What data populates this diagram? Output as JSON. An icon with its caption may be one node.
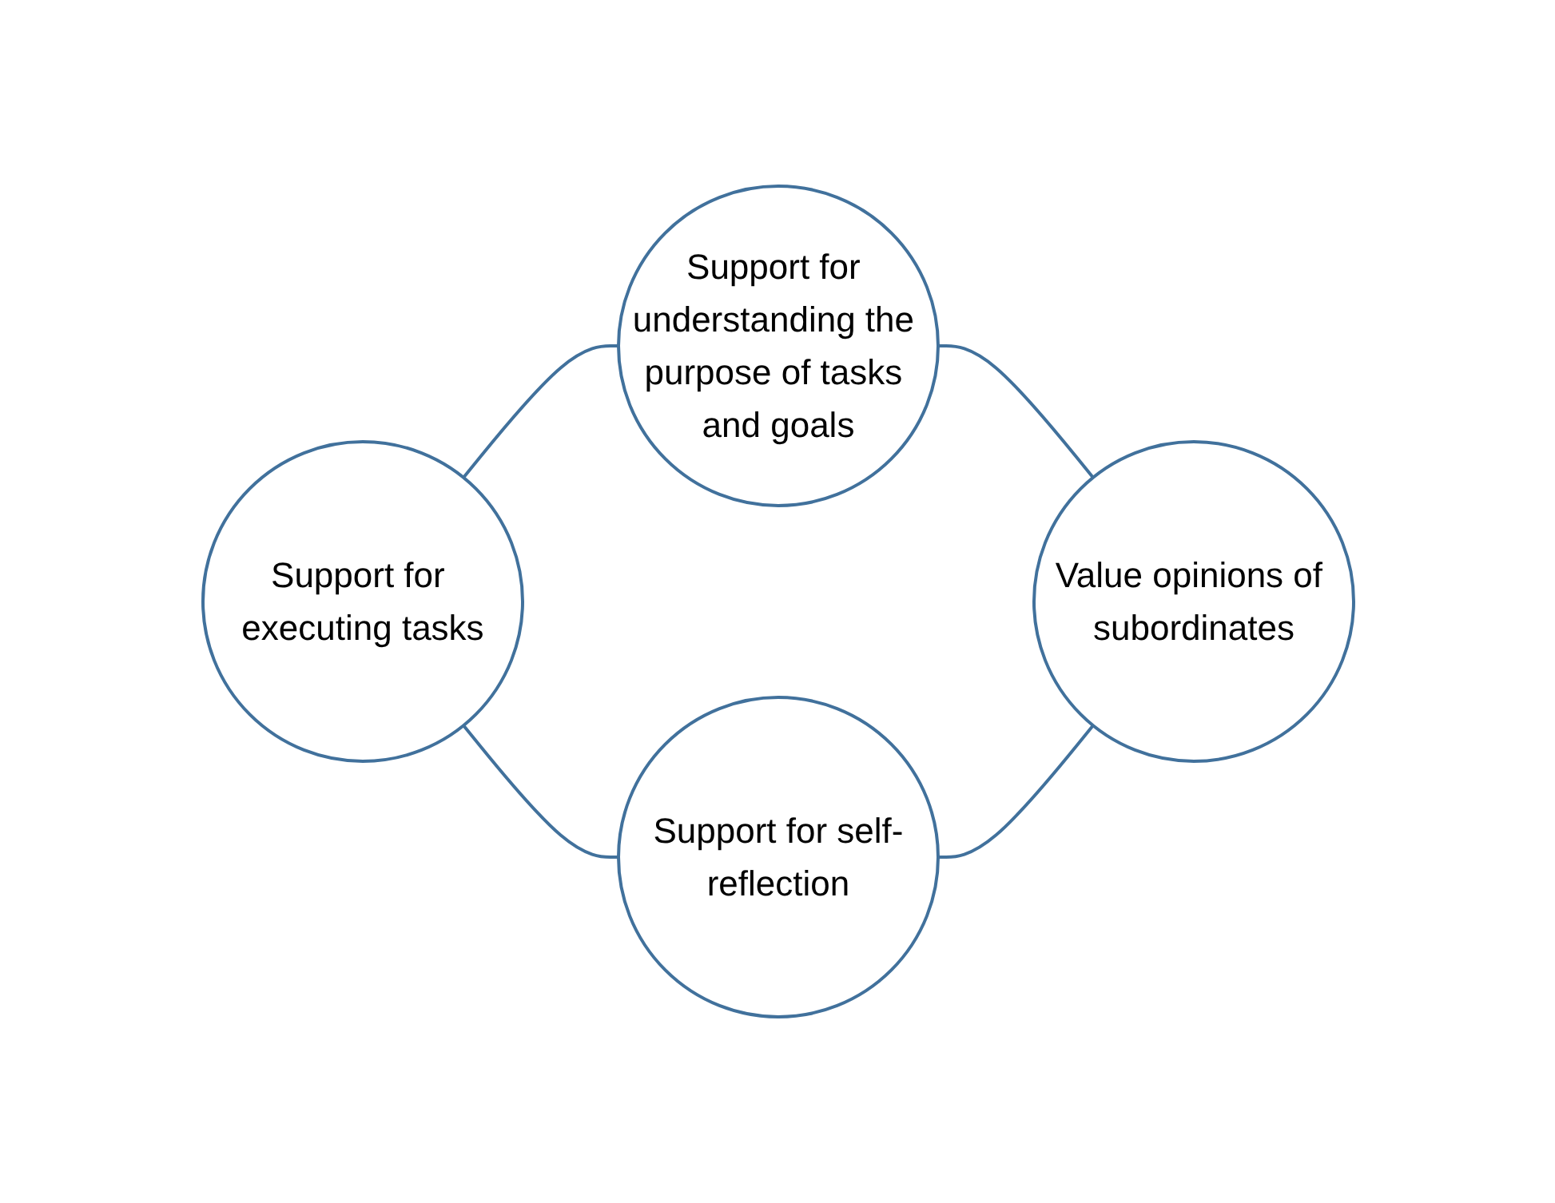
{
  "diagram": {
    "nodes": [
      {
        "text": [
          "Support for understanding the purpose of tasks and goals"
        ]
      },
      {
        "text": [
          "Support for executing tasks"
        ]
      },
      {
        "text": [
          "Value opinions of subordinates"
        ]
      },
      {
        "text": [
          "Support for self-reflection"
        ]
      }
    ],
    "edges": [
      {
        "from": 1,
        "to": 0,
        "arrow": "none"
      },
      {
        "from": 0,
        "to": 2,
        "arrow": "none"
      },
      {
        "from": 1,
        "to": 3,
        "arrow": "none"
      },
      {
        "from": 3,
        "to": 2,
        "arrow": "none"
      }
    ]
  }
}
